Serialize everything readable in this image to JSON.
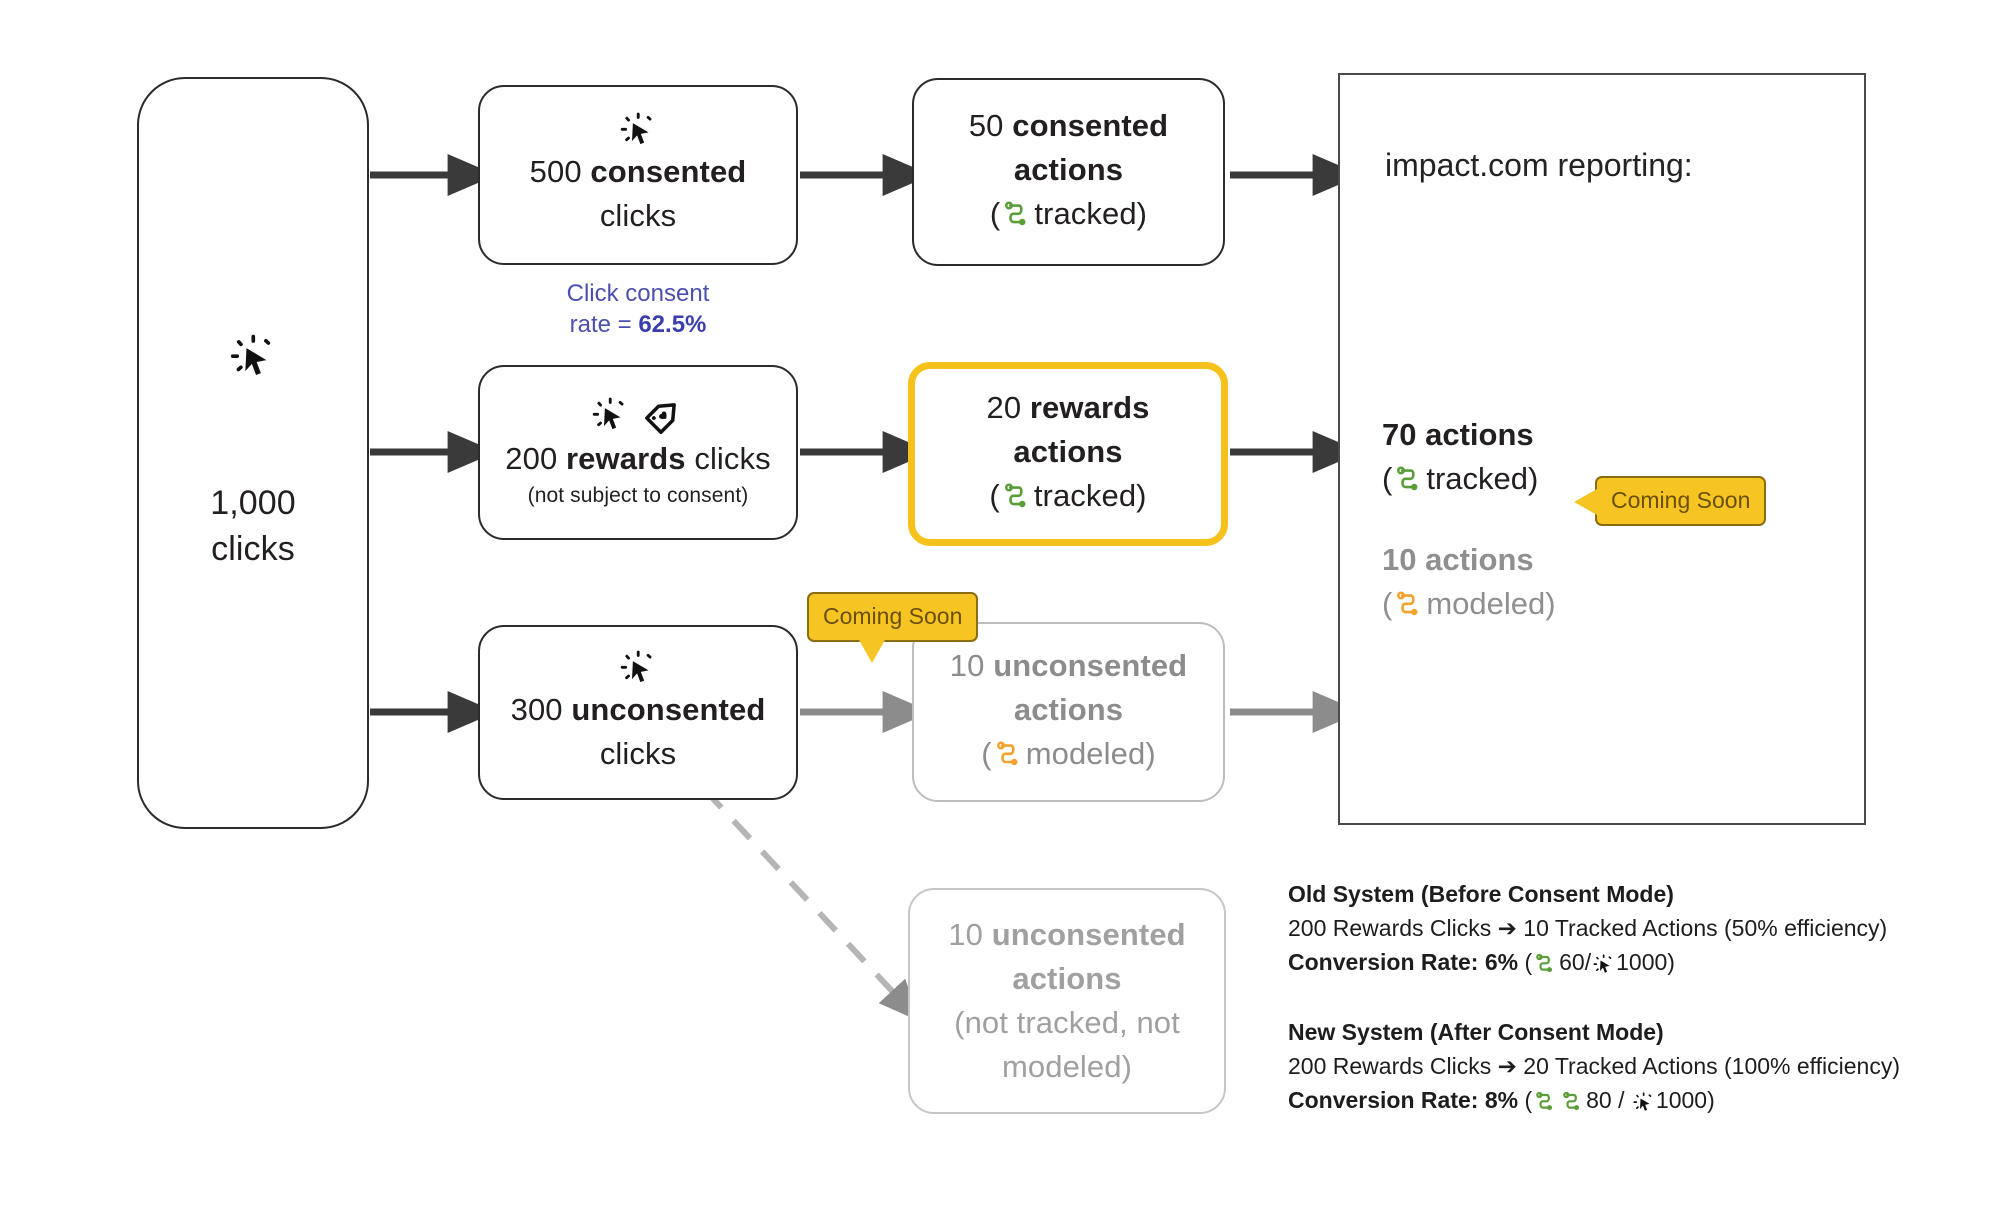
{
  "diagram": {
    "title": "impact.com consent mode click and action flow",
    "colors": {
      "highlight": "#f5c21b",
      "badge_bg": "#f6c523",
      "badge_text": "#6a5008",
      "tracked_green": "#5a9e3a",
      "modeled_orange": "#f2a22e",
      "caption_blue": "#4d4fb0",
      "muted_grey": "#8f8f8f",
      "stroke_dark": "#2b2b2b"
    },
    "source": {
      "icon": "click-cursor-icon",
      "line1": "1,000",
      "line2": "clicks"
    },
    "rows": [
      {
        "clicks_box": {
          "icons": [
            "click-cursor-icon"
          ],
          "number": "500",
          "bold": "consented",
          "tail": "clicks",
          "sub": ""
        },
        "caption": {
          "line1": "Click consent",
          "line2_prefix": "rate = ",
          "line2_value": "62.5%"
        },
        "actions_box": {
          "number": "50",
          "bold": "consented",
          "line2": "actions",
          "paren_open": "(",
          "status_icon": "tracked-path-icon",
          "status": "tracked",
          "paren_close": ")",
          "style": "normal"
        }
      },
      {
        "clicks_box": {
          "icons": [
            "click-cursor-icon",
            "reward-tag-heart-icon"
          ],
          "number": "200",
          "bold": "rewards",
          "tail": "clicks",
          "sub": "(not subject to consent)"
        },
        "caption": null,
        "actions_box": {
          "number": "20",
          "bold": "rewards",
          "line2": "actions",
          "paren_open": "(",
          "status_icon": "tracked-path-icon",
          "status": "tracked",
          "paren_close": ")",
          "style": "highlight"
        }
      },
      {
        "clicks_box": {
          "icons": [
            "click-cursor-icon"
          ],
          "number": "300",
          "bold": "unconsented",
          "tail": "clicks",
          "sub": ""
        },
        "caption": null,
        "actions_box": {
          "number": "10",
          "bold": "unconsented",
          "line2": "actions",
          "paren_open": "(",
          "status_icon": "modeled-path-icon",
          "status": "modeled",
          "paren_close": ")",
          "style": "muted"
        }
      }
    ],
    "dropped_box": {
      "number": "10",
      "bold": "unconsented",
      "line2": "actions",
      "line3": "(not tracked, not",
      "line4": "modeled)"
    },
    "report_panel": {
      "title": "impact.com reporting:",
      "stats": [
        {
          "value": "70 actions",
          "paren_open": "(",
          "status_icon": "tracked-path-icon",
          "status": "tracked",
          "paren_close": ")",
          "muted": false
        },
        {
          "value": "10 actions",
          "paren_open": "(",
          "status_icon": "modeled-path-icon",
          "status": "modeled",
          "paren_close": ")",
          "muted": true
        }
      ]
    },
    "badges": [
      {
        "label": "Coming Soon",
        "tail": "left"
      },
      {
        "label": "Coming Soon",
        "tail": "down"
      }
    ],
    "legend": {
      "old": {
        "heading": "Old System (Before Consent Mode)",
        "line1": "200 Rewards Clicks ➔ 10 Tracked Actions (50% efficiency)",
        "conv_label": "Conversion Rate: ",
        "conv_value": "6%",
        "conv_open": " (",
        "conv_num": "60",
        "conv_slash": "/",
        "conv_den": "1000",
        "conv_close": ")",
        "num_icon": "tracked-path-icon",
        "den_icon": "click-cursor-icon"
      },
      "new": {
        "heading": "New System (After Consent Mode)",
        "line1": "200 Rewards Clicks ➔ 20 Tracked Actions (100% efficiency)",
        "conv_label": "Conversion Rate: ",
        "conv_value": "8%",
        "conv_open": " (",
        "conv_num": "80",
        "conv_slash": " / ",
        "conv_den": "1000",
        "conv_close": ")",
        "num_icon": "tracked-path-icon",
        "num_icon_2": "tracked-path-icon",
        "den_icon": "click-cursor-icon"
      }
    }
  }
}
